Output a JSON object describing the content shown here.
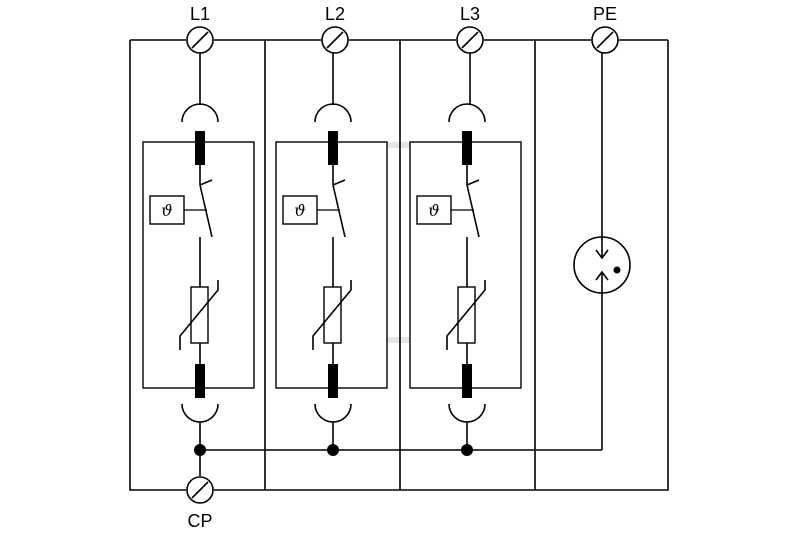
{
  "terminals": {
    "l1": "L1",
    "l2": "L2",
    "l3": "L3",
    "pe": "PE",
    "cp": "CP"
  },
  "thermal_symbol": "ϑ",
  "colors": {
    "line": "#000000",
    "background": "#ffffff",
    "watermark": "#e6e6e6"
  }
}
